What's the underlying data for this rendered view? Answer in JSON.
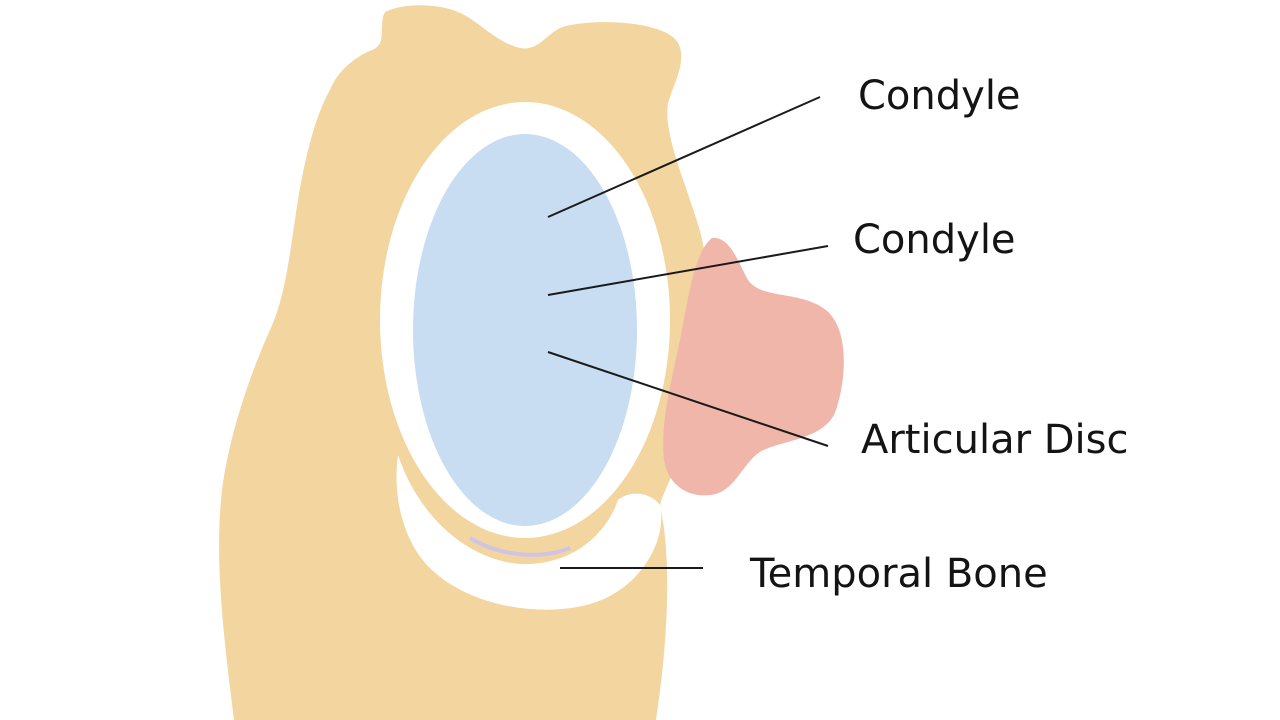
{
  "labels": {
    "condyle_top": "Condyle",
    "condyle_middle": "Condyle",
    "articular_disc": "Articular Disc",
    "temporal_bone": "Temporal Bone"
  },
  "colors": {
    "bone": "#f3d5a0",
    "bone_shadow": "#eccb92",
    "condyle": "#c8ddf1",
    "socket_white": "#ffffff",
    "muscle": "#f0b6aa",
    "disc_rim": "#cfc3e6",
    "leader_line": "#1a1a1a",
    "text": "#141414"
  }
}
